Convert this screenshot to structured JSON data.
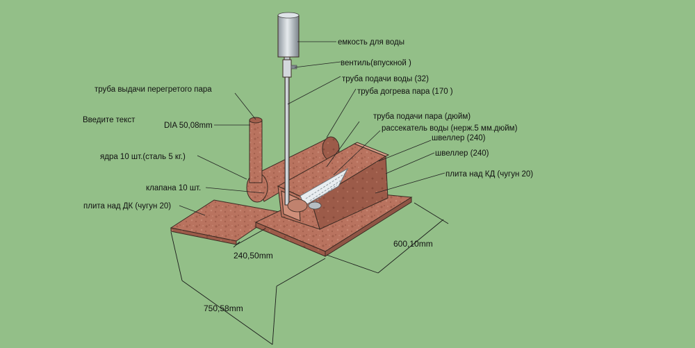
{
  "labels": {
    "water_tank": "емкость для воды",
    "valve_inlet": "вентиль(впускной )",
    "water_supply_pipe": "труба подачи воды (32)",
    "steam_reheat_pipe": "труба догрева пара (170 )",
    "superheated_steam_pipe": "труба выдачи перегретого пара",
    "steam_supply_pipe": "труба подачи пара (дюйм)",
    "water_spreader": "рассекатель воды (нерж.5 мм.дюйм)",
    "placeholder_text": "Введите текст",
    "dia": "DIA 50,08mm",
    "channel_1": "швеллер (240)",
    "channel_2": "швеллер (240)",
    "cores": "ядра 10 шт.(сталь 5 кг.)",
    "plate_kd": "плита над КД (чугун 20)",
    "valves": "клапана 10 шт.",
    "plate_dk": "плита над ДК (чугун 20)"
  },
  "dimensions": {
    "width_600": "600,10mm",
    "width_240": "240,50mm",
    "length_750": "750,58mm"
  },
  "colors": {
    "background": "#93bf88",
    "iron": "#b9735f",
    "iron_dark": "#8f5545",
    "steel": "#c9cfd4"
  }
}
